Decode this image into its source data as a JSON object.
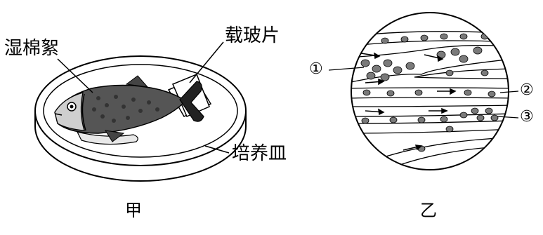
{
  "figure_a": {
    "label_cotton": "湿棉絮",
    "label_slide": "载玻片",
    "label_dish": "培养皿",
    "caption": "甲"
  },
  "figure_b": {
    "marker_1": "①",
    "marker_2": "②",
    "marker_3": "③",
    "caption": "乙"
  }
}
